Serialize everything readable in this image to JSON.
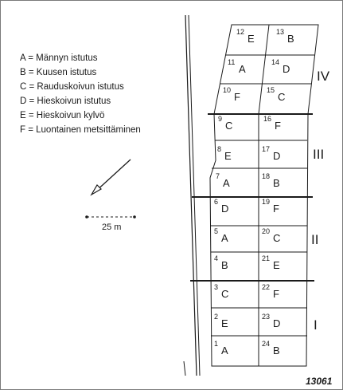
{
  "legend": [
    "A = Männyn istutus",
    "B = Kuusen istutus",
    "C = Rauduskoivun istutus",
    "D = Hieskoivun istutus",
    "E = Hieskoivun kylvö",
    "F = Luontainen metsittäminen"
  ],
  "scale_label": "25 m",
  "zones": [
    "IV",
    "III",
    "II",
    "I"
  ],
  "plots": [
    {
      "number": "1",
      "code": "A"
    },
    {
      "number": "2",
      "code": "E"
    },
    {
      "number": "3",
      "code": "C"
    },
    {
      "number": "4",
      "code": "B"
    },
    {
      "number": "5",
      "code": "A"
    },
    {
      "number": "6",
      "code": "D"
    },
    {
      "number": "7",
      "code": "A"
    },
    {
      "number": "8",
      "code": "E"
    },
    {
      "number": "9",
      "code": "C"
    },
    {
      "number": "10",
      "code": "F"
    },
    {
      "number": "11",
      "code": "A"
    },
    {
      "number": "12",
      "code": "E"
    },
    {
      "number": "13",
      "code": "B"
    },
    {
      "number": "14",
      "code": "D"
    },
    {
      "number": "15",
      "code": "C"
    },
    {
      "number": "16",
      "code": "F"
    },
    {
      "number": "17",
      "code": "D"
    },
    {
      "number": "18",
      "code": "B"
    },
    {
      "number": "19",
      "code": "F"
    },
    {
      "number": "20",
      "code": "C"
    },
    {
      "number": "21",
      "code": "E"
    },
    {
      "number": "22",
      "code": "F"
    },
    {
      "number": "23",
      "code": "D"
    },
    {
      "number": "24",
      "code": "B"
    }
  ],
  "figure_number": "13061"
}
